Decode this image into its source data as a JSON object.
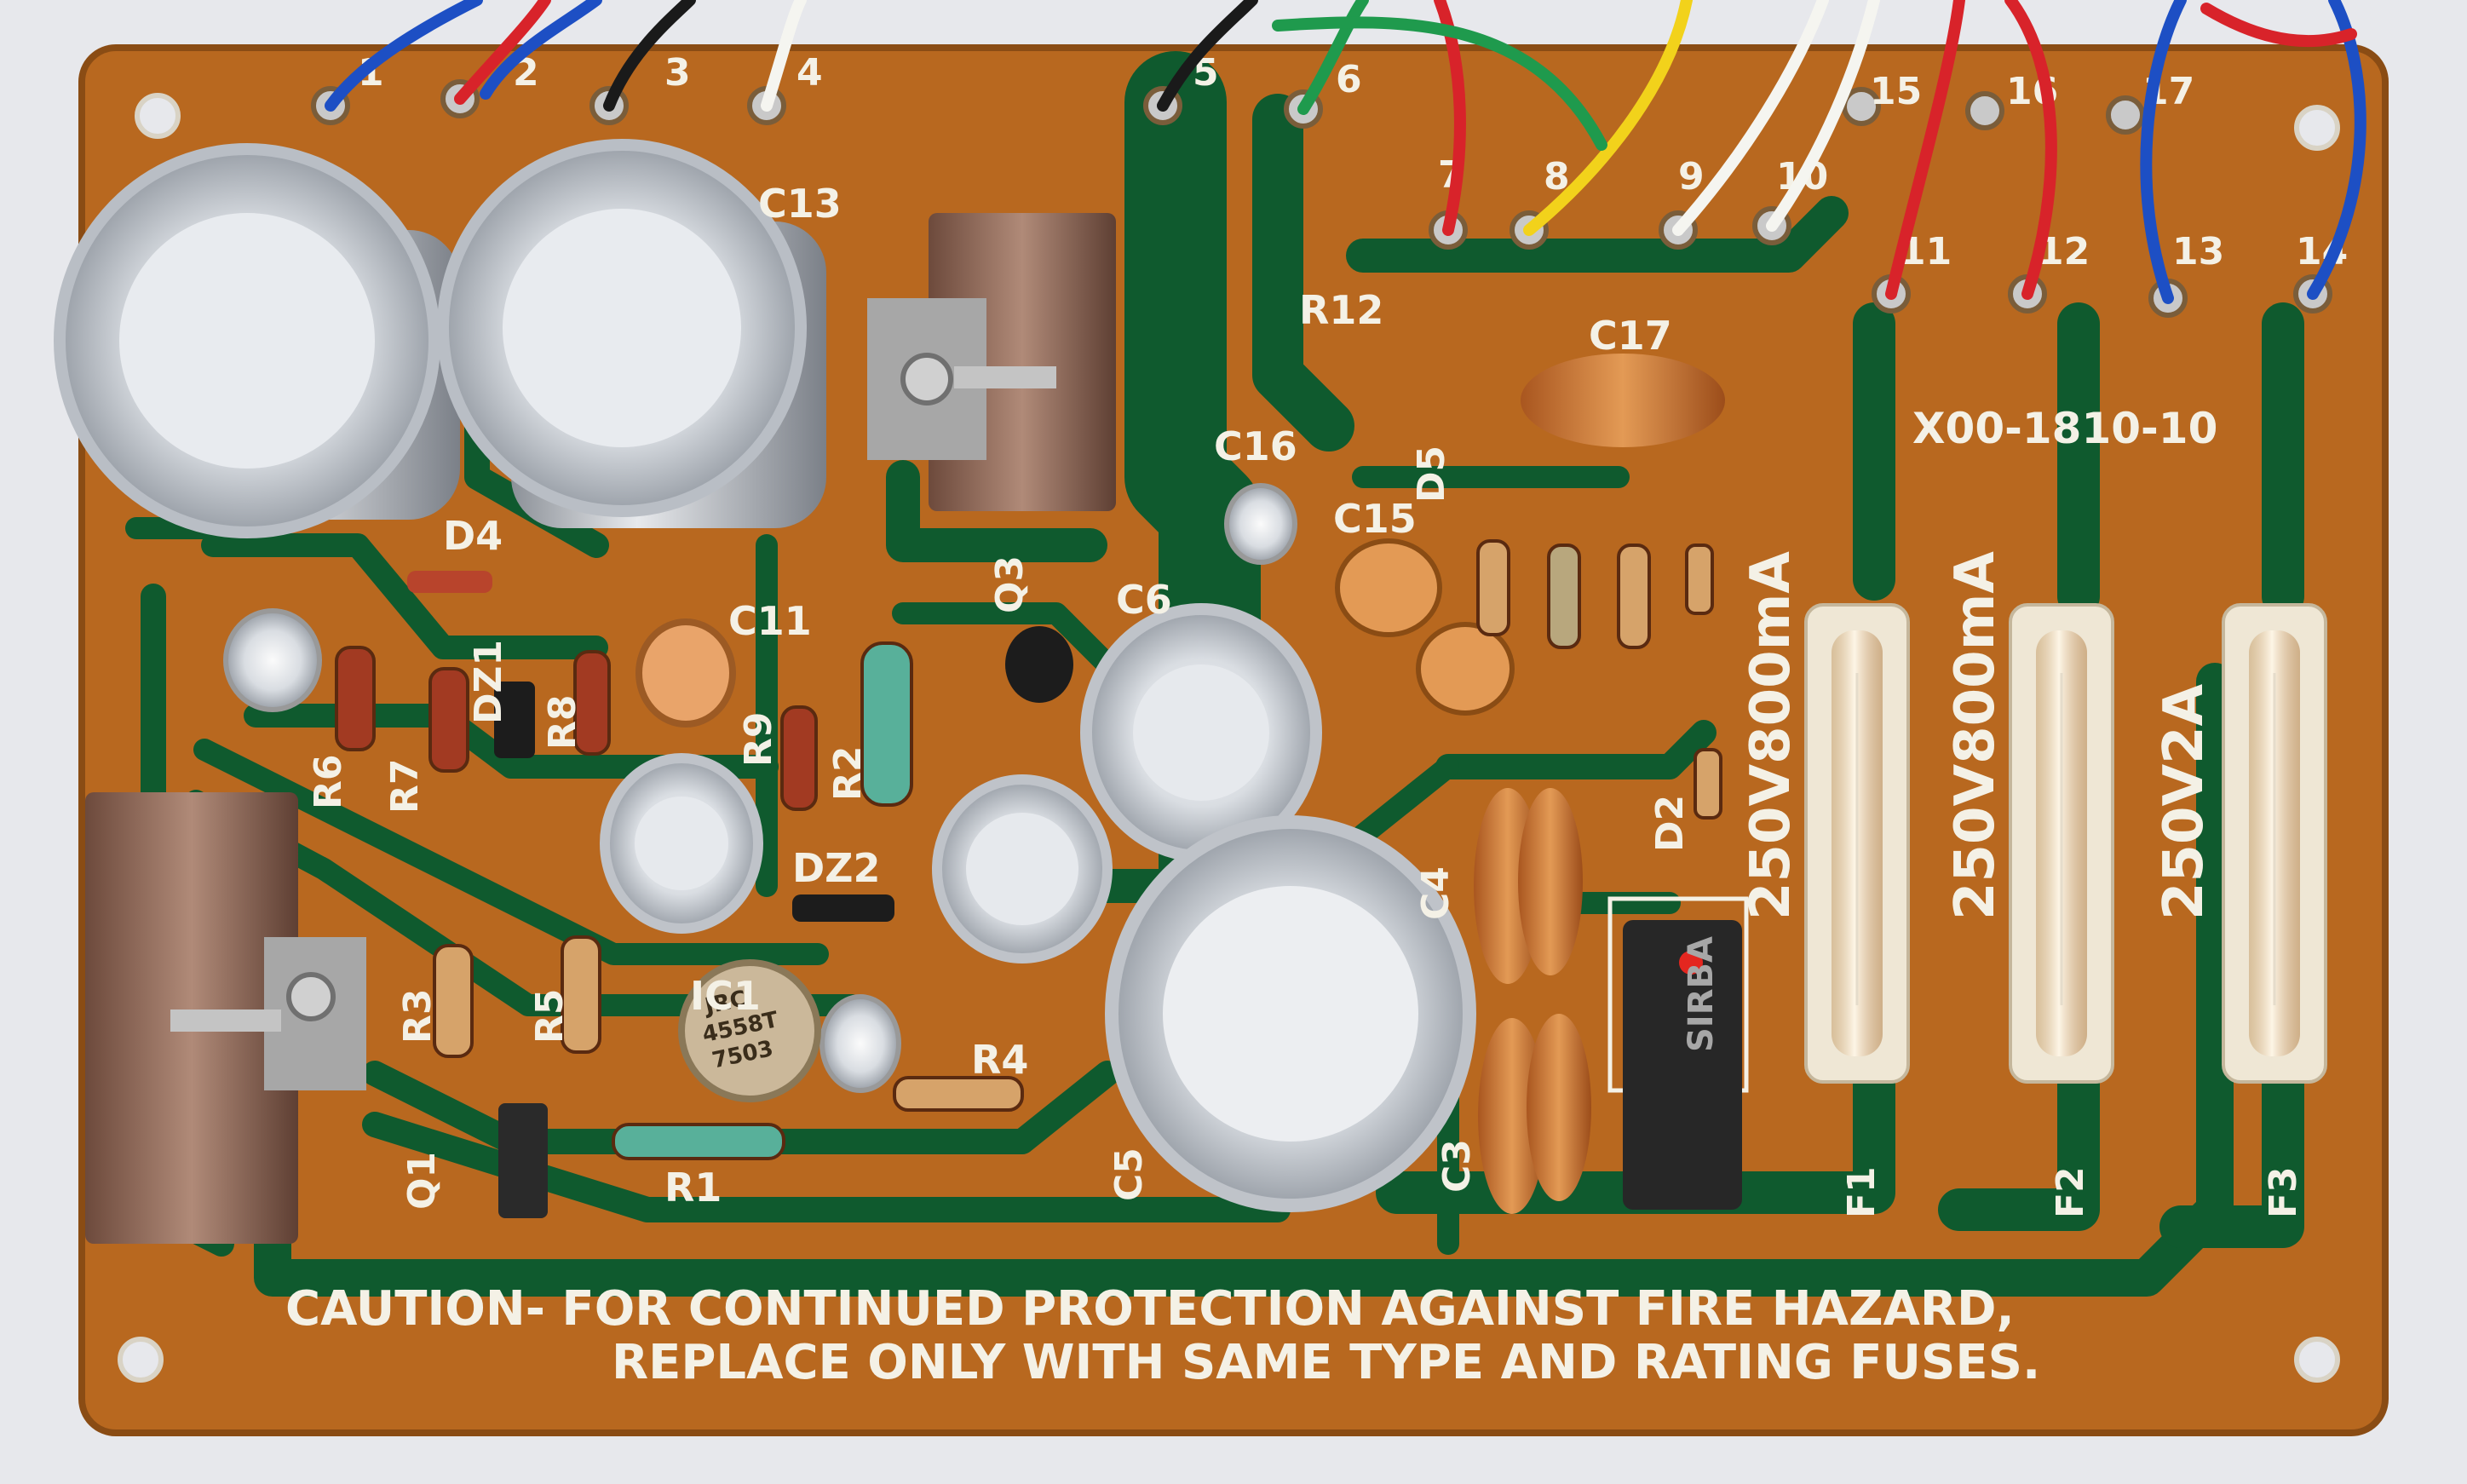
{
  "board": {
    "part_number": "X00-1810-10",
    "caution_line1": "CAUTION- FOR CONTINUED PROTECTION AGAINST FIRE HAZARD,",
    "caution_line2": "REPLACE ONLY WITH SAME TYPE AND RATING FUSES.",
    "colors": {
      "substrate": "#b8681f",
      "trace": "#0f5a2e",
      "silk": "#f4f1e6"
    }
  },
  "terminals": [
    "1",
    "2",
    "3",
    "4",
    "5",
    "6",
    "7",
    "8",
    "9",
    "10",
    "11",
    "12",
    "13",
    "14",
    "15",
    "16",
    "17"
  ],
  "labels": {
    "c13": "C13",
    "c11": "C11",
    "c6": "C6",
    "c15": "C15",
    "c16": "C16",
    "c17": "C17",
    "c4": "C4",
    "c5": "C5",
    "c3": "C3",
    "r12": "R12",
    "r1": "R1",
    "r2": "R2",
    "r3": "R3",
    "r4": "R4",
    "r5": "R5",
    "r6": "R6",
    "r7": "R7",
    "r8": "R8",
    "r9": "R9",
    "d2": "D2",
    "d4": "D4",
    "d5": "D5",
    "dz1": "DZ1",
    "dz2": "DZ2",
    "q1": "Q1",
    "q3": "Q3",
    "ic1": "IC1",
    "f1": "F1",
    "f2": "F2",
    "f3": "F3"
  },
  "fuses": [
    {
      "id": "F1",
      "rating": "250V800mA"
    },
    {
      "id": "F2",
      "rating": "250V800mA"
    },
    {
      "id": "F3",
      "rating": "250V2A"
    }
  ],
  "components": {
    "ic1_marking": [
      "JRC",
      "4558T",
      "7503"
    ],
    "bridge_marking": "SIRBA"
  },
  "wire_colors": [
    "#1d4fc4",
    "#d8232a",
    "#1a1a1a",
    "#f5f5f0",
    "#1f9a4d",
    "#f2d21b"
  ]
}
